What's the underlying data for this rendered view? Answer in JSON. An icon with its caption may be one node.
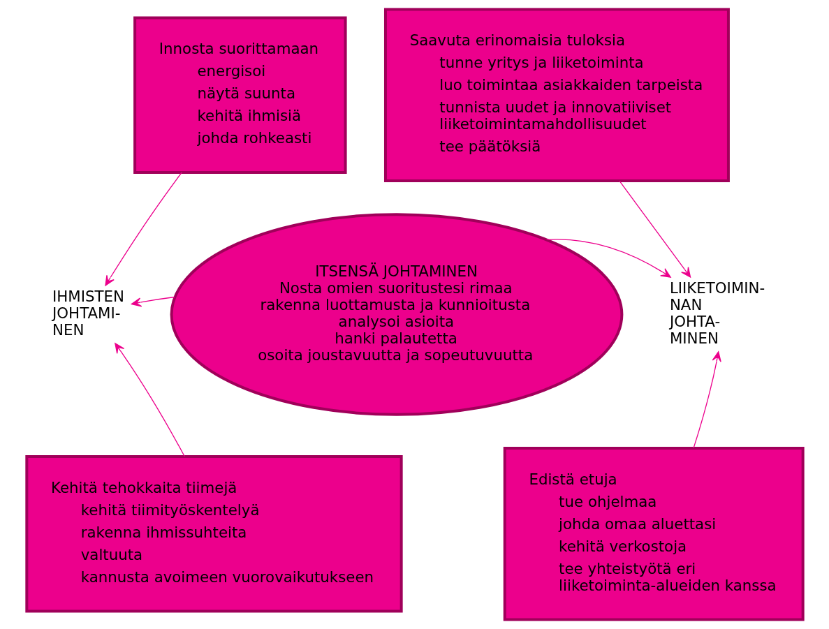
{
  "diagram": {
    "nodes": [
      {
        "text": [
          "Innosta suorittamaan",
          "energisoi",
          "näytä suunta",
          "kehitä ihmisiä",
          "johda rohkeasti"
        ]
      },
      {
        "text": [
          "Saavuta erinomaisia tuloksia",
          "tunne yritys ja liiketoiminta",
          "luo toimintaa asiakkaiden tarpeista",
          "tunnista uudet ja innovatiiviset liiketoimintamahdollisuudet",
          "tee päätöksiä"
        ]
      },
      {
        "text": [
          "ITSENSÄ JOHTAMINEN",
          "Nosta omien suoritustesi rimaa",
          "rakenna luottamusta ja kunnioitusta",
          "analysoi asioita",
          "hanki palautetta",
          "osoita joustavuutta ja sopeutuvuutta"
        ]
      },
      {
        "text": [
          "IHMISTEN JOHTAMI- NEN"
        ]
      },
      {
        "text": [
          "LIIKETOIMIN- NAN JOHTA- MINEN"
        ]
      },
      {
        "text": [
          "Kehitä tehokkaita tiimejä",
          "kehitä tiimityöskentelyä",
          "rakenna ihmissuhteita",
          "valtuuta",
          "kannusta avoimeen vuorovaikutukseen"
        ]
      },
      {
        "text": [
          "Edistä etuja",
          "tue ohjelmaa",
          "johda omaa aluettasi",
          "kehitä verkostoja",
          "tee yhteistyötä eri liiketoiminta-alueiden kanssa"
        ]
      }
    ],
    "edges": [
      {
        "from": 0,
        "to": 3,
        "arrow": "to"
      },
      {
        "from": 2,
        "to": 3,
        "arrow": "to"
      },
      {
        "from": 5,
        "to": 3,
        "arrow": "to"
      },
      {
        "from": 1,
        "to": 4,
        "arrow": "to"
      },
      {
        "from": 2,
        "to": 4,
        "arrow": "to"
      },
      {
        "from": 6,
        "to": 4,
        "arrow": "to"
      }
    ]
  }
}
